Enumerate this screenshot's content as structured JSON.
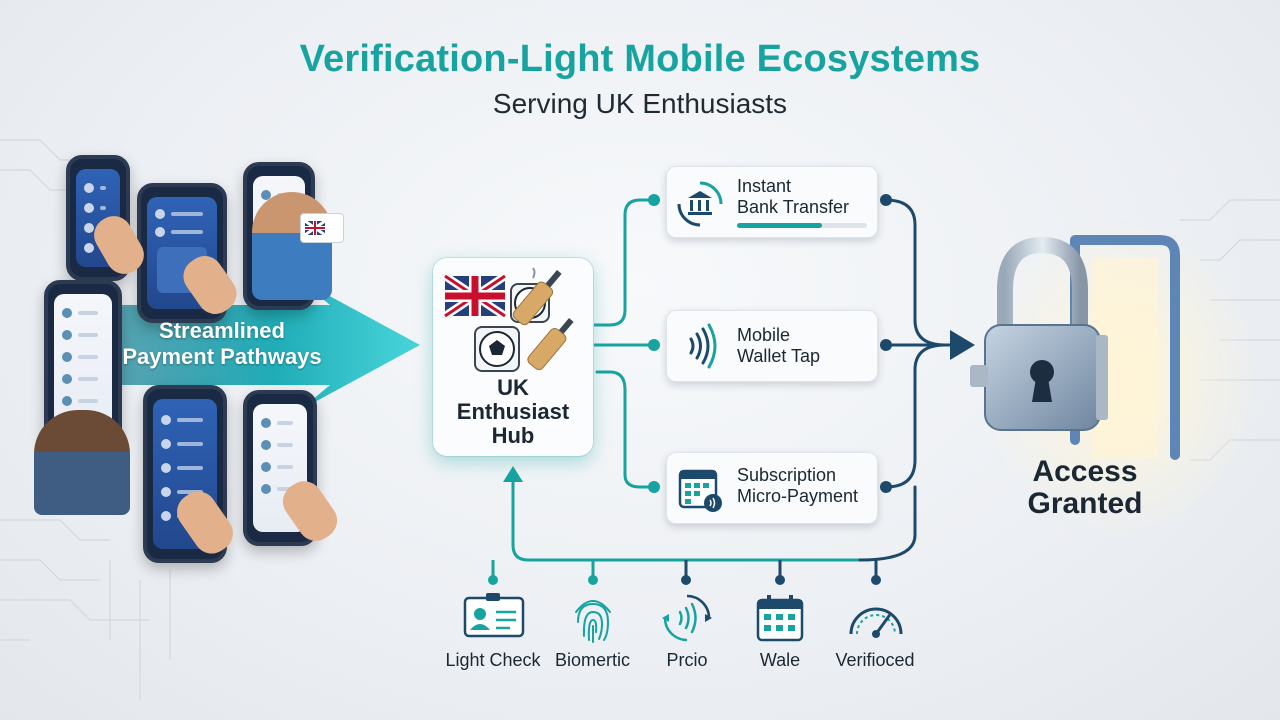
{
  "title": "Verification-Light Mobile Ecosystems",
  "subtitle": "Serving UK Enthusiasts",
  "arrow_label_line1": "Streamlined",
  "arrow_label_line2": "Payment Pathways",
  "hub": {
    "line1": "UK",
    "line2": "Enthusiast",
    "line3": "Hub"
  },
  "methods": [
    {
      "line1": "Instant",
      "line2": "Bank Transfer",
      "icon": "bank-icon",
      "progress": 0.65
    },
    {
      "line1": "Mobile",
      "line2": "Wallet Tap",
      "icon": "contactless-icon"
    },
    {
      "line1": "Subscription",
      "line2": "Micro-Payment",
      "icon": "calendar-icon"
    }
  ],
  "access_line1": "Access",
  "access_line2": "Granted",
  "bottom_items": [
    {
      "label": "Light Check",
      "icon": "id-card-icon"
    },
    {
      "label": "Biomertic",
      "icon": "fingerprint-icon"
    },
    {
      "label": "Prcio",
      "icon": "refresh-contactless-icon"
    },
    {
      "label": "Wale",
      "icon": "calendar-icon"
    },
    {
      "label": "Verifioced",
      "icon": "gauge-icon"
    }
  ],
  "colors": {
    "teal": "#17a3a0",
    "navy": "#1d4a6b",
    "dark": "#1b2733"
  }
}
